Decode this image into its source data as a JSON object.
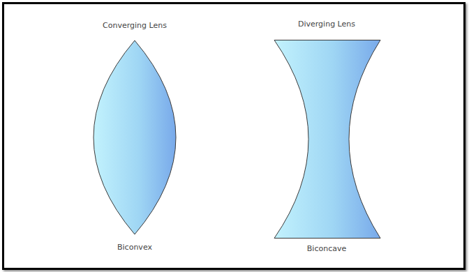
{
  "diagram": {
    "nodes": [
      {
        "text": [
          "Converging Lens",
          "Biconvex"
        ]
      },
      {
        "text": [
          "Diverging Lens",
          "Biconcave"
        ]
      }
    ]
  }
}
